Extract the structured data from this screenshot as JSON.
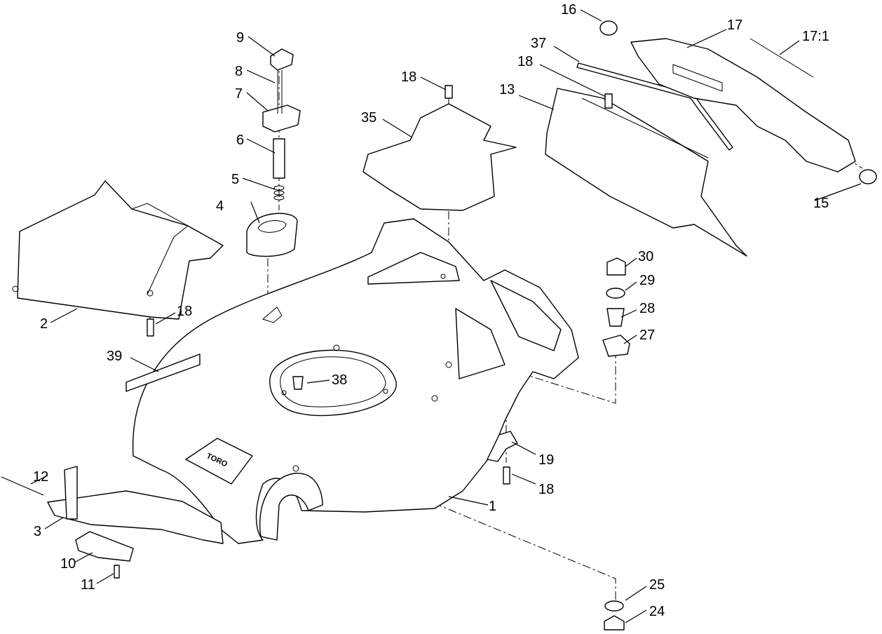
{
  "callouts": {
    "c1": "1",
    "c2": "2",
    "c3": "3",
    "c4": "4",
    "c5": "5",
    "c6": "6",
    "c7": "7",
    "c8": "8",
    "c9": "9",
    "c10": "10",
    "c11": "11",
    "c12": "12",
    "c13": "13",
    "c15": "15",
    "c16": "16",
    "c17": "17",
    "c17_1": "17:1",
    "c18_a": "18",
    "c18_b": "18",
    "c18_c": "18",
    "c18_d": "18",
    "c19": "19",
    "c24": "24",
    "c25": "25",
    "c27": "27",
    "c28": "28",
    "c29": "29",
    "c30": "30",
    "c35": "35",
    "c37": "37",
    "c38": "38",
    "c39": "39"
  },
  "logo": "TORO"
}
